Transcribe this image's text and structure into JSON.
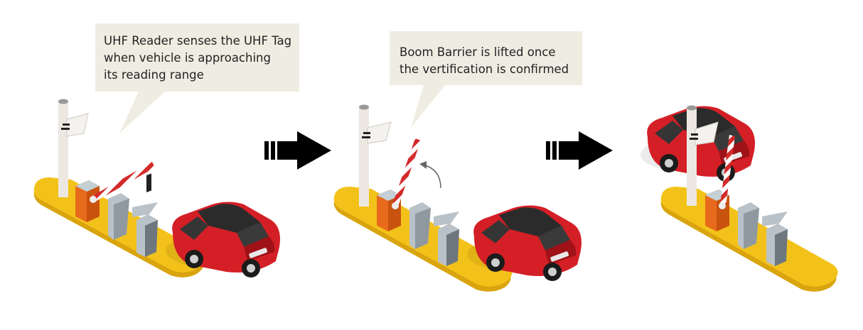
{
  "steps": [
    {
      "bubble_lines": [
        "UHF Reader senses the UHF Tag",
        "when vehicle is approaching",
        "its reading range"
      ]
    },
    {
      "bubble_lines": [
        "Boom Barrier is lifted once",
        "the vertification is confirmed"
      ]
    },
    {
      "bubble_lines": []
    }
  ],
  "colors": {
    "bubble": "#efede2",
    "platform": "#f3c21a",
    "platform_edge": "#d9a40e",
    "car": "#d41f26",
    "car_dark": "#9e1218",
    "barrier_box": "#e86a1c",
    "stripe": "#d42a2a",
    "pole": "#ece8e1",
    "reader": "#b9c2c8",
    "arrow": "#000000"
  },
  "icons": [
    "uhf-reader-icon",
    "boom-barrier-icon",
    "ticket-kiosk-icon",
    "car-icon",
    "flow-arrow-icon",
    "lift-arrow-icon"
  ]
}
